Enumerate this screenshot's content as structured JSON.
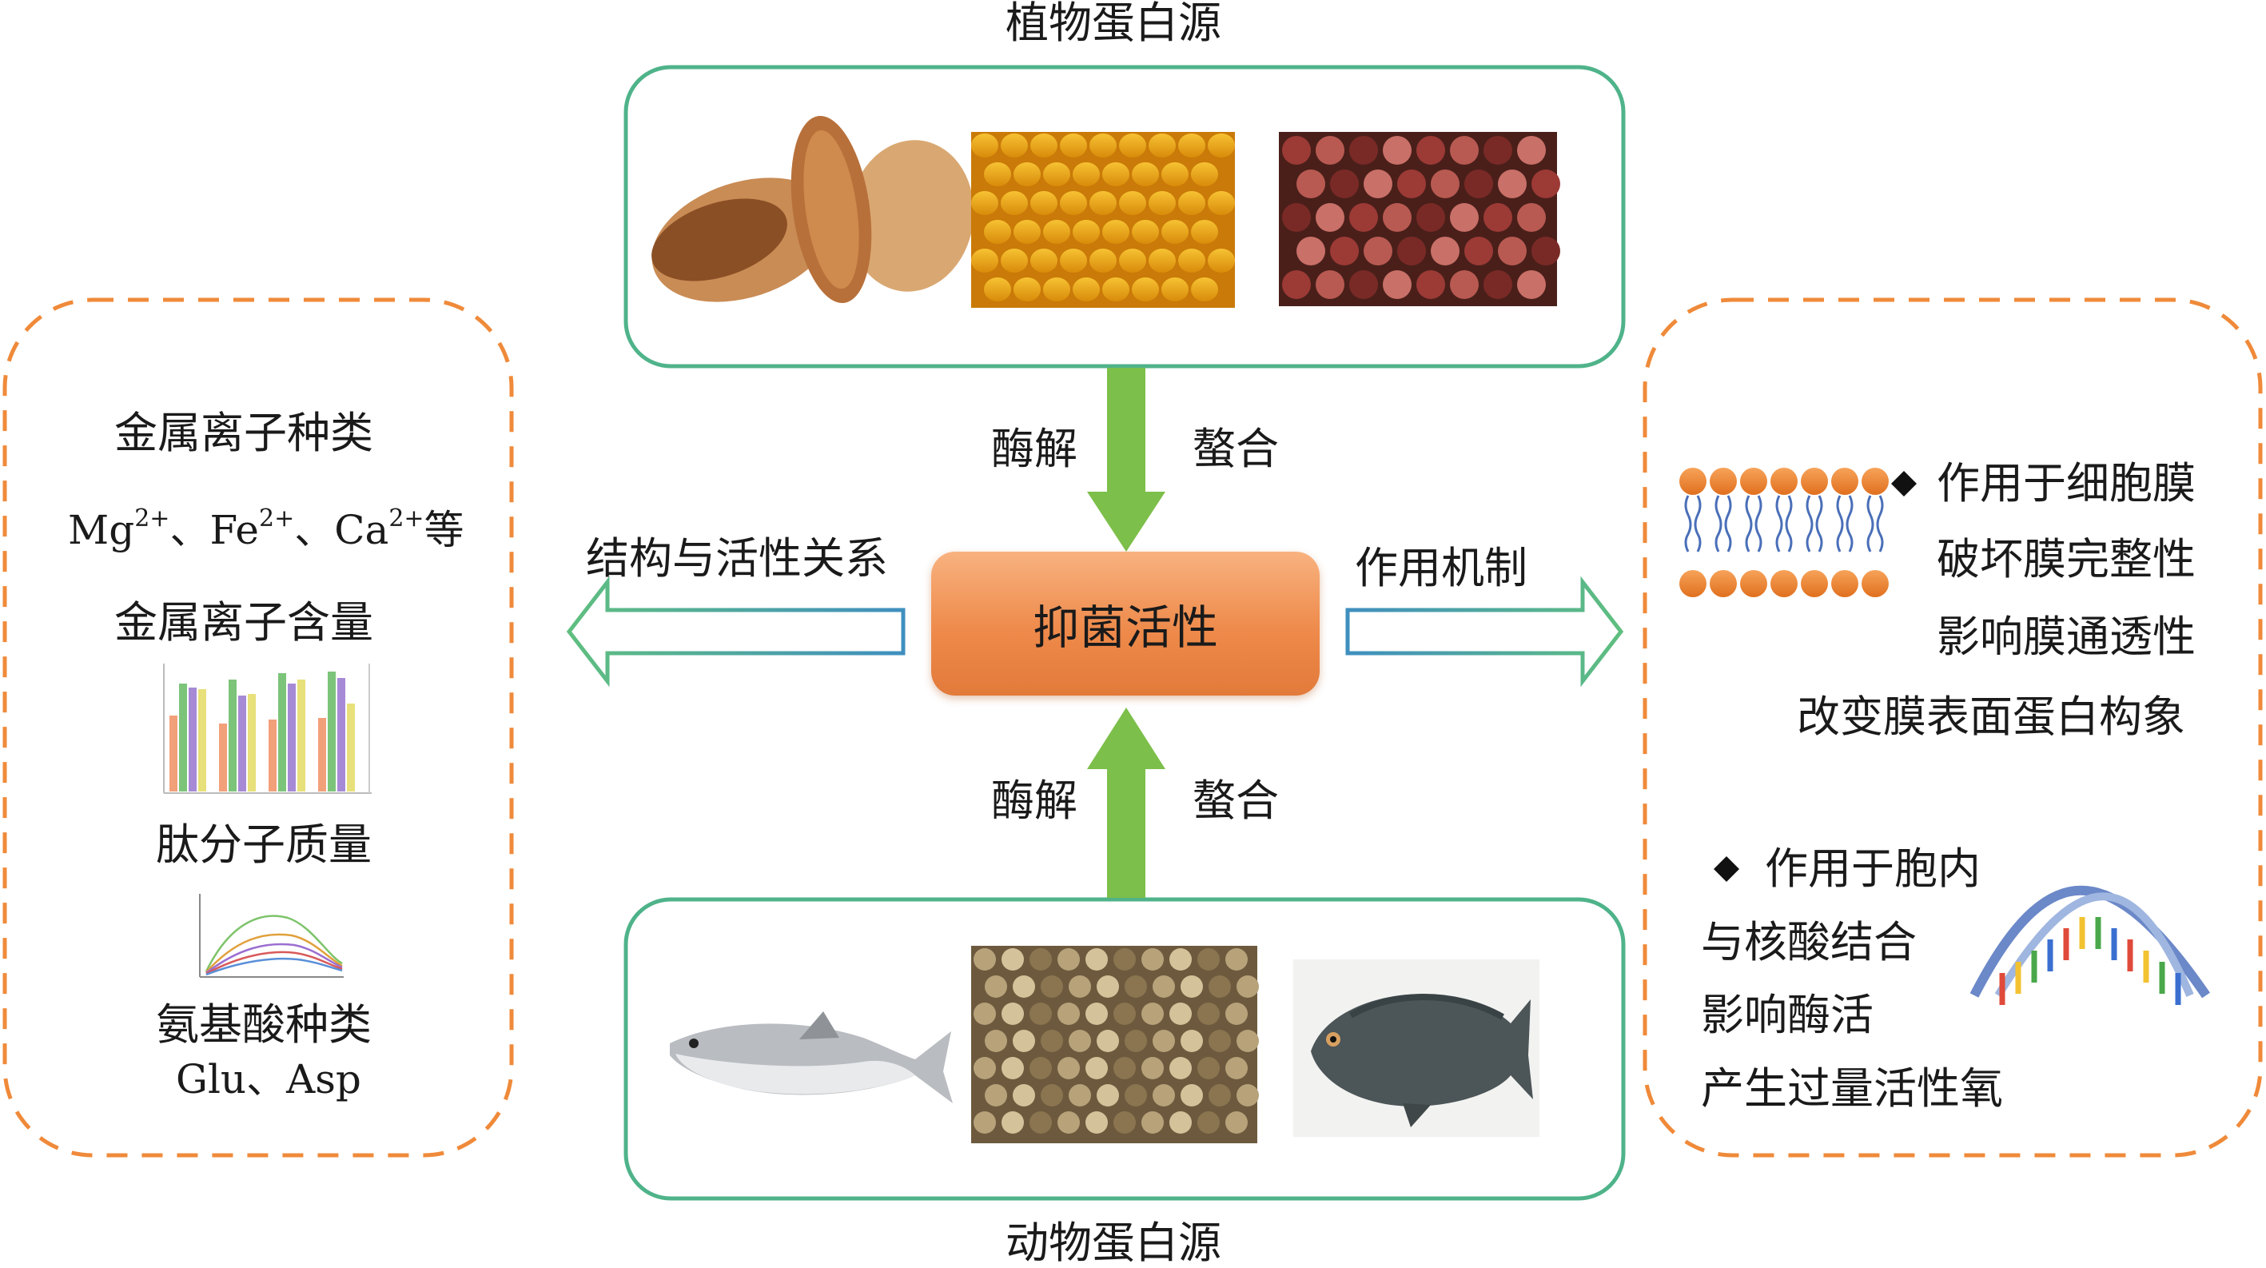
{
  "top_source": {
    "title": "植物蛋白源"
  },
  "bottom_source": {
    "title": "动物蛋白源"
  },
  "center": {
    "label": "抑菌活性"
  },
  "process_top": {
    "left": "酶解",
    "right": "螯合"
  },
  "process_bottom": {
    "left": "酶解",
    "right": "螯合"
  },
  "left_arrow_label": "结构与活性关系",
  "right_arrow_label": "作用机制",
  "left_panel": {
    "metal_type_title": "金属离子种类",
    "ion_mg": "Mg",
    "ion_fe": "Fe",
    "ion_ca": "Ca",
    "charge": "2+",
    "sep": "、",
    "ion_suffix": "等",
    "metal_content_title": "金属离子含量",
    "peptide_mw_title": "肽分子质量",
    "amino_acid_title": "氨基酸种类",
    "amino_acid_examples": "Glu、Asp"
  },
  "right_panel": {
    "membrane_title": "作用于细胞膜",
    "membrane_items": [
      "破坏膜完整性",
      "影响膜通透性",
      "改变膜表面蛋白构象"
    ],
    "intracellular_title": "作用于胞内",
    "intracellular_items": [
      "与核酸结合",
      "影响酶活",
      "产生过量活性氧"
    ]
  },
  "colors": {
    "green_border": "#4fb38a",
    "orange_dashed": "#ef8a3a",
    "arrow_green": "#7cbf4a",
    "center_orange": "#ee8a4b"
  }
}
